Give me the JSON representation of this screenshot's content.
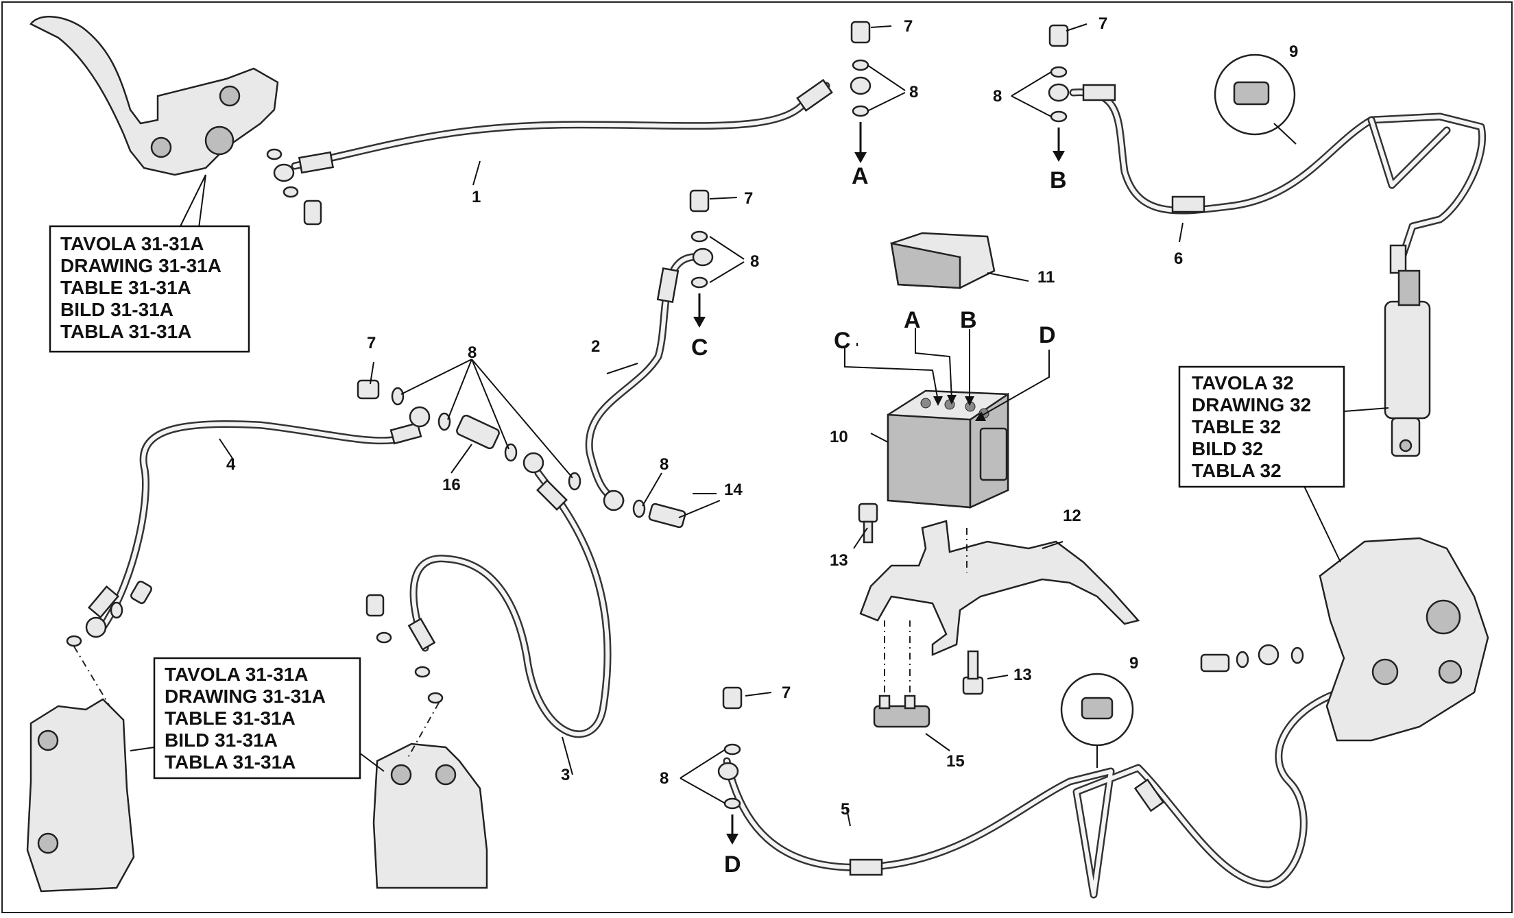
{
  "callouts": {
    "c1": "1",
    "c2": "2",
    "c3": "3",
    "c4": "4",
    "c5": "5",
    "c6": "6",
    "c7": "7",
    "c8": "8",
    "c9": "9",
    "c10": "10",
    "c11": "11",
    "c12": "12",
    "c13": "13",
    "c14": "14",
    "c15": "15",
    "c16": "16"
  },
  "letters": {
    "a": "A",
    "b": "B",
    "c": "C",
    "d": "D"
  },
  "ref_table_31": [
    "TAVOLA 31-31A",
    "DRAWING 31-31A",
    "TABLE 31-31A",
    "BILD 31-31A",
    "TABLA 31-31A"
  ],
  "ref_table_32": [
    "TAVOLA 32",
    "DRAWING 32",
    "TABLE 32",
    "BILD 32",
    "TABLA 32"
  ],
  "icons": [
    "lever-master-cylinder-icon",
    "abs-unit-icon",
    "front-caliper-icon",
    "rear-caliper-icon",
    "rear-master-cylinder-icon",
    "banjo-bolt-icon",
    "sealing-washer-icon",
    "hose-clamp-icon"
  ]
}
